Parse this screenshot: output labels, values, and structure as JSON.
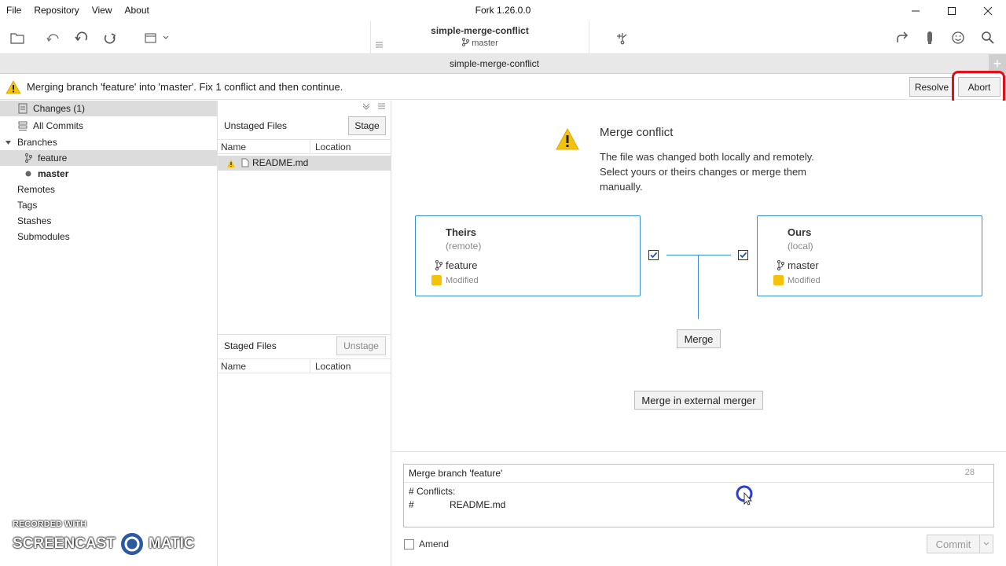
{
  "menu": [
    "File",
    "Repository",
    "View",
    "About"
  ],
  "app_title": "Fork 1.26.0.0",
  "toolbar": {
    "repo_name": "simple-merge-conflict",
    "repo_branch": "master"
  },
  "tab": {
    "label": "simple-merge-conflict"
  },
  "banner": {
    "message": "Merging branch 'feature' into 'master'. Fix 1 conflict and then continue.",
    "resolve_label": "Resolve",
    "abort_label": "Abort"
  },
  "sidebar": {
    "changes": "Changes (1)",
    "all_commits": "All Commits",
    "branches": "Branches",
    "branch_feature": "feature",
    "branch_master": "master",
    "remotes": "Remotes",
    "tags": "Tags",
    "stashes": "Stashes",
    "submodules": "Submodules"
  },
  "unstaged": {
    "title": "Unstaged Files",
    "stage_label": "Stage",
    "col_name": "Name",
    "col_location": "Location",
    "file": "README.md"
  },
  "staged": {
    "title": "Staged Files",
    "unstage_label": "Unstage",
    "col_name": "Name",
    "col_location": "Location"
  },
  "conflict": {
    "title": "Merge conflict",
    "line1": "The file was changed both locally and remotely.",
    "line2": "Select yours or theirs changes or merge them",
    "line3": "manually.",
    "theirs": {
      "title": "Theirs",
      "sub": "(remote)",
      "branch": "feature",
      "status": "Modified"
    },
    "ours": {
      "title": "Ours",
      "sub": "(local)",
      "branch": "master",
      "status": "Modified"
    },
    "merge_label": "Merge",
    "external_label": "Merge in external merger"
  },
  "commit": {
    "subject": "Merge branch 'feature'",
    "counter": "28",
    "body_line1": "# Conflicts:",
    "body_hash": "#",
    "body_file": "README.md",
    "amend_label": "Amend",
    "commit_label": "Commit"
  },
  "watermark": {
    "line1": "RECORDED WITH",
    "line2a": "SCREENCAST",
    "line2b": "MATIC"
  }
}
